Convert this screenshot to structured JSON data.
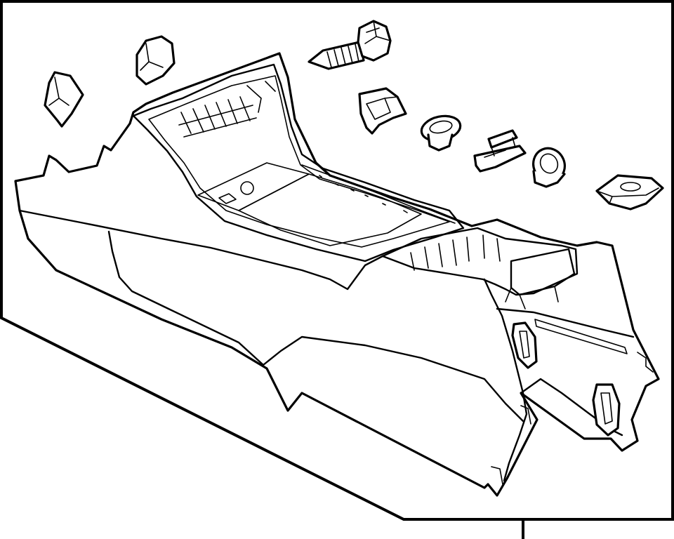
{
  "diagram": {
    "type": "exploded-parts-illustration",
    "subject": "center-console-assembly",
    "line_color": "#000000",
    "background_color": "#ffffff",
    "parts": [
      "console-body",
      "console-side-panel",
      "clip-left",
      "clip-upper",
      "screw",
      "bracket-clip",
      "grommet-upper",
      "retainer-clip",
      "grommet-lower",
      "nut-clip"
    ]
  }
}
